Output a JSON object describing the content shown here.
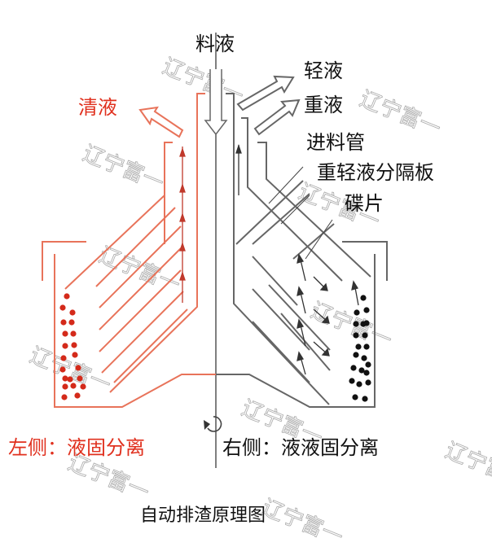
{
  "labels": {
    "feed_liquid": "料液",
    "light_liquid": "轻液",
    "heavy_liquid": "重液",
    "feed_pipe": "进料管",
    "separator_plate": "重轻液分隔板",
    "discs": "碟片",
    "clear_liquid": "清液",
    "left_side": "左侧：液固分离",
    "right_side": "右侧：液液固分离",
    "caption": "自动排渣原理图"
  },
  "watermark": "辽宁富一",
  "colors": {
    "left": "#e8735a",
    "left_text": "#e0301e",
    "right": "#666666",
    "text": "#111111"
  }
}
